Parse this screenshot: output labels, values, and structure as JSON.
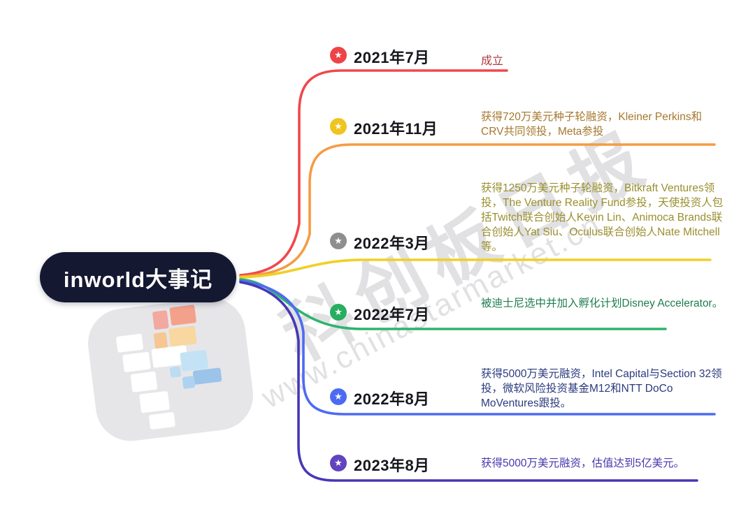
{
  "root": {
    "label": "inworld大事记"
  },
  "branches": [
    {
      "date": "2021年7月",
      "star_icon": "star-icon",
      "star_color": "#ee4347",
      "line_color": "#f0484c",
      "text": "成立",
      "text_color": "#b03b41"
    },
    {
      "date": "2021年11月",
      "star_icon": "star-icon",
      "star_color": "#f0c41f",
      "line_color": "#f59b43",
      "text": "获得720万美元种子轮融资，Kleiner Perkins和CRV共同领投，Meta参投",
      "text_color": "#a5782e"
    },
    {
      "date": "2022年3月",
      "star_icon": "star-icon",
      "star_color": "#8e8e8e",
      "line_color": "#f0d024",
      "text": "获得1250万美元种子轮融资，Bitkraft Ventures领投，The Venture Reality Fund参投，天使投资人包括Twitch联合创始人Kevin Lin、Animoca Brands联合创始人Yat Siu、Oculus联合创始人Nate Mitchell等。",
      "text_color": "#9a8f2e"
    },
    {
      "date": "2022年7月",
      "star_icon": "star-icon",
      "star_color": "#27ae60",
      "line_color": "#2eb46c",
      "text": "被迪士尼选中并加入孵化计划Disney Accelerator。",
      "text_color": "#1f7d50"
    },
    {
      "date": "2022年8月",
      "star_icon": "star-icon",
      "star_color": "#4d6bf2",
      "line_color": "#4d6bf2",
      "text": "获得5000万美元融资，Intel Capital与Section 32领投，微软风险投资基金M12和NTT DoCo MoVentures跟投。",
      "text_color": "#2b3b7e"
    },
    {
      "date": "2023年8月",
      "star_icon": "star-icon",
      "star_color": "#6144be",
      "line_color": "#4637b5",
      "text": "获得5000万美元融资，估值达到5亿美元。",
      "text_color": "#4638ae"
    }
  ],
  "icons": {
    "star": "★"
  },
  "watermark": {
    "title": "科创板日报",
    "url": "www.chinastarmarket.cn"
  }
}
